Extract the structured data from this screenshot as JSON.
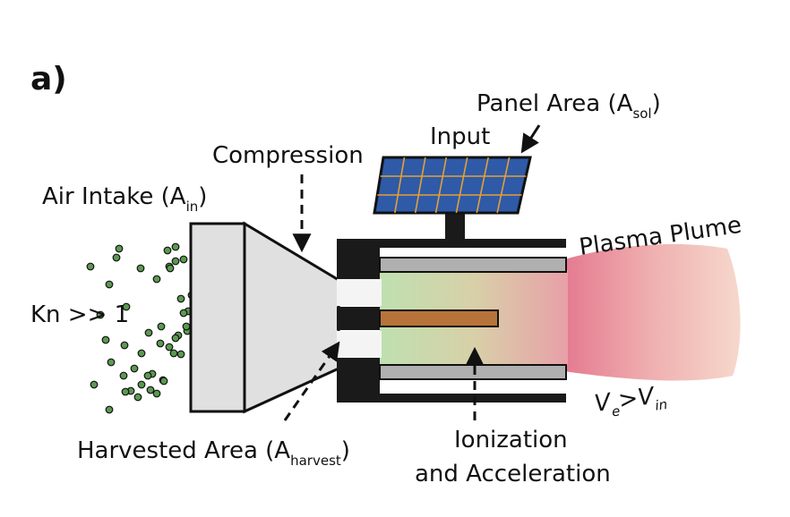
{
  "panel_letter": "a)",
  "labels": {
    "panel_area": "Panel Area (A",
    "panel_area_sub": "sol",
    "panel_area_close": ")",
    "input": "Input",
    "compression": "Compression",
    "air_intake": "Air Intake (A",
    "air_intake_sub": "in",
    "air_intake_close": ")",
    "plasma_plume": "Plasma Plume",
    "knudsen": "Kn >> 1",
    "harvested": "Harvested Area (A",
    "harvested_sub": "harvest",
    "harvested_close": ")",
    "ionization_line1": "Ionization",
    "ionization_line2": "and Acceleration",
    "ve": "V",
    "ve_sub": "e",
    "gt": ">",
    "vin": "V",
    "vin_sub": "in"
  },
  "colors": {
    "solar_panel": "#2e5aa8",
    "solar_grid": "#e6a033",
    "dark": "#1a1a1a",
    "intake_fill": "#e0e0e0",
    "channel_wall": "#b0b0b0",
    "anode": "#b8733a",
    "particles": "#5a9a50",
    "plume": "#e89aa6",
    "chamber_green": "#b8dca8"
  }
}
